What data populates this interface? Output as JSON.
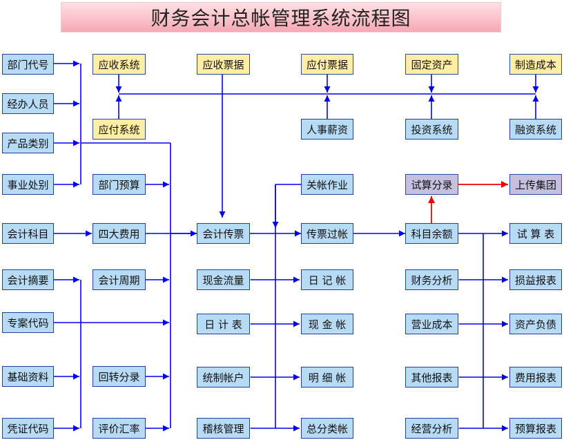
{
  "title": "财务会计总帐管理系统流程图",
  "colors": {
    "flow": "#0000ee",
    "highlight": "#ee0000",
    "box_blue": "#b7daf5",
    "box_yellow": "#ffeea3",
    "box_purple": "#c6c0e0",
    "banner": "#f5a9b4"
  },
  "nodes": {
    "dept_code": "部门代号",
    "handler": "经办人员",
    "product_category": "产品类别",
    "business_division": "事业处别",
    "account_subject": "会计科目",
    "account_summary": "会计摘要",
    "project_code": "专案代码",
    "basic_data": "基础资料",
    "voucher_code": "凭证代码",
    "ar_system": "应收系统",
    "ap_system": "应付系统",
    "dept_budget": "部门预算",
    "four_expenses": "四大费用",
    "accounting_period": "会计周期",
    "reversal_entry": "回转分录",
    "exchange_rate": "评价汇率",
    "notes_receivable": "应收票据",
    "accounting_voucher": "会计传票",
    "cash_flow": "现金流量",
    "daily_statement": "日 计 表",
    "consolidated_account": "统制帐户",
    "audit_management": "稽核管理",
    "notes_payable": "应付票据",
    "hr_payroll": "人事薪资",
    "closing_operation": "关帐作业",
    "voucher_posting": "传票过帐",
    "journal": "日 记 帐",
    "cash_book": "现 金 帐",
    "detail_ledger": "明 细 帐",
    "general_ledger": "总分类帐",
    "fixed_assets": "固定资产",
    "investment_system": "投资系统",
    "trial_entry": "试算分录",
    "account_balance": "科目余额",
    "financial_analysis": "财务分析",
    "operating_cost": "营业成本",
    "other_reports": "其他报表",
    "operation_analysis": "经营分析",
    "manufacturing_cost": "制造成本",
    "financing_system": "融资系统",
    "upload_group": "上传集团",
    "trial_balance": "试 算 表",
    "income_statement": "损益报表",
    "balance_sheet": "资产负债",
    "expense_report": "费用报表",
    "budget_report": "预算报表"
  }
}
